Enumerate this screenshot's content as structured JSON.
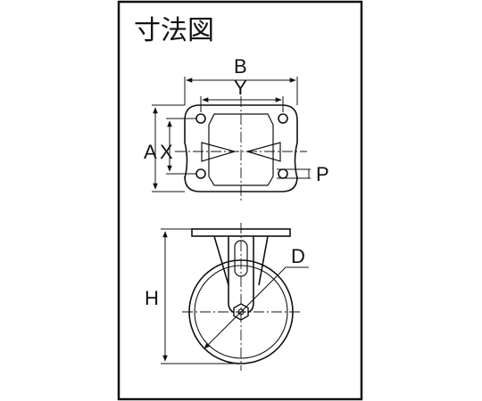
{
  "title": "寸法図",
  "labels": {
    "B": "B",
    "Y": "Y",
    "A": "A",
    "X": "X",
    "P": "P",
    "D": "D",
    "H": "H"
  }
}
